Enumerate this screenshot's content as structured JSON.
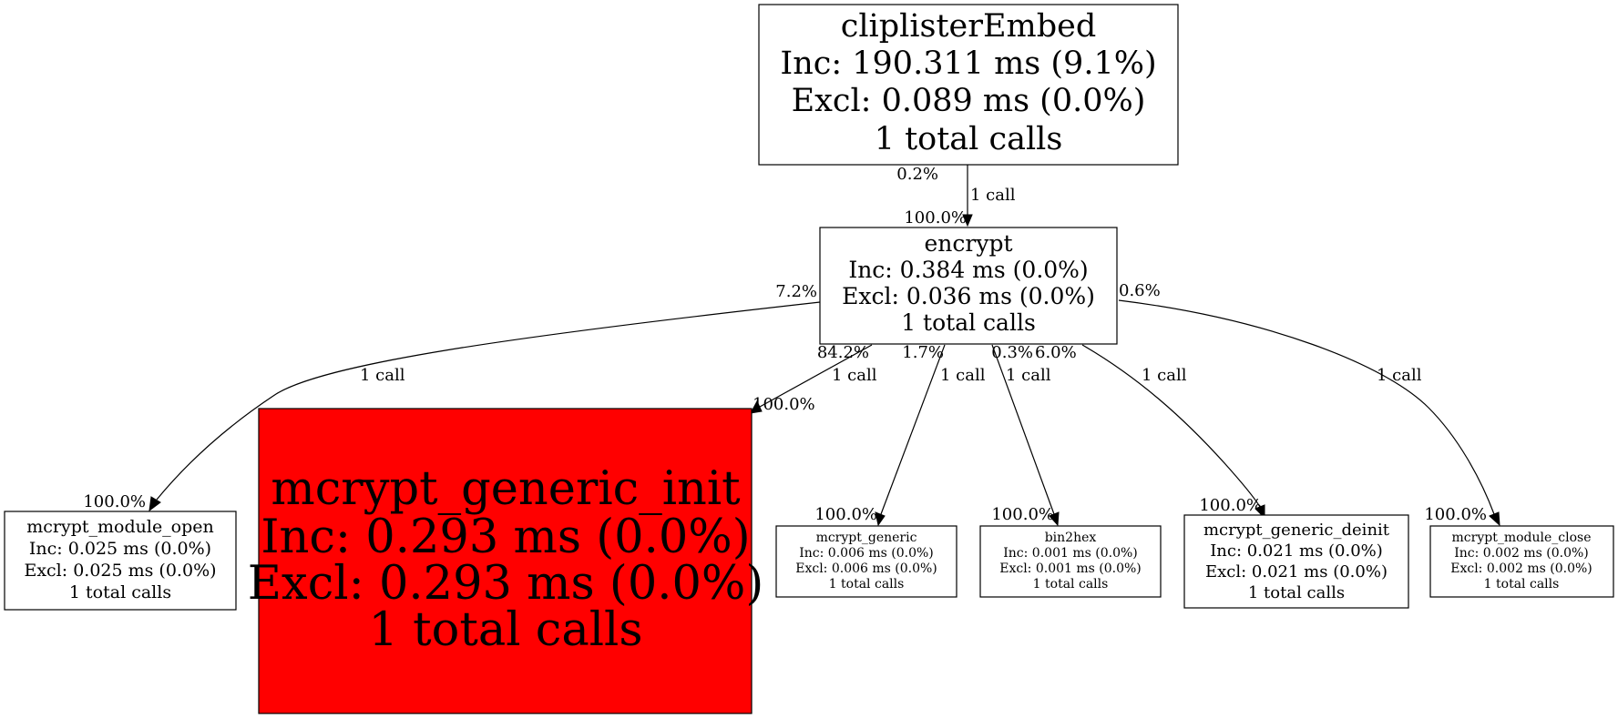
{
  "colors": {
    "hot_node": "#ff0000",
    "node": "#ffffff",
    "stroke": "#000000"
  },
  "nodes": {
    "root": {
      "name": "cliplisterEmbed",
      "inc": "Inc: 190.311 ms (9.1%)",
      "excl": "Excl: 0.089 ms (0.0%)",
      "calls": "1 total calls"
    },
    "encrypt": {
      "name": "encrypt",
      "inc": "Inc: 0.384 ms (0.0%)",
      "excl": "Excl: 0.036 ms (0.0%)",
      "calls": "1 total calls"
    },
    "module_open": {
      "name": "mcrypt_module_open",
      "inc": "Inc: 0.025 ms (0.0%)",
      "excl": "Excl: 0.025 ms (0.0%)",
      "calls": "1 total calls"
    },
    "generic_init": {
      "name": "mcrypt_generic_init",
      "inc": "Inc: 0.293 ms (0.0%)",
      "excl": "Excl: 0.293 ms (0.0%)",
      "calls": "1 total calls"
    },
    "generic": {
      "name": "mcrypt_generic",
      "inc": "Inc: 0.006 ms (0.0%)",
      "excl": "Excl: 0.006 ms (0.0%)",
      "calls": "1 total calls"
    },
    "bin2hex": {
      "name": "bin2hex",
      "inc": "Inc: 0.001 ms (0.0%)",
      "excl": "Excl: 0.001 ms (0.0%)",
      "calls": "1 total calls"
    },
    "generic_deinit": {
      "name": "mcrypt_generic_deinit",
      "inc": "Inc: 0.021 ms (0.0%)",
      "excl": "Excl: 0.021 ms (0.0%)",
      "calls": "1 total calls"
    },
    "module_close": {
      "name": "mcrypt_module_close",
      "inc": "Inc: 0.002 ms (0.0%)",
      "excl": "Excl: 0.002 ms (0.0%)",
      "calls": "1 total calls"
    }
  },
  "edges": {
    "root_encrypt": {
      "from_pct": "0.2%",
      "calls": "1 call",
      "to_pct": "100.0%"
    },
    "encrypt_module_open": {
      "from_pct": "7.2%",
      "calls": "1 call",
      "to_pct": "100.0%"
    },
    "encrypt_generic_init": {
      "from_pct": "84.2%",
      "calls": "1 call",
      "to_pct": "100.0%"
    },
    "encrypt_generic": {
      "from_pct": "1.7%",
      "calls": "1 call",
      "to_pct": "100.0%"
    },
    "encrypt_bin2hex": {
      "from_pct": "0.3%",
      "calls": "1 call",
      "to_pct": "100.0%"
    },
    "encrypt_generic_deinit": {
      "from_pct": "6.0%",
      "calls": "1 call",
      "to_pct": "100.0%"
    },
    "encrypt_module_close": {
      "from_pct": "0.6%",
      "calls": "1 call",
      "to_pct": "100.0%"
    }
  }
}
